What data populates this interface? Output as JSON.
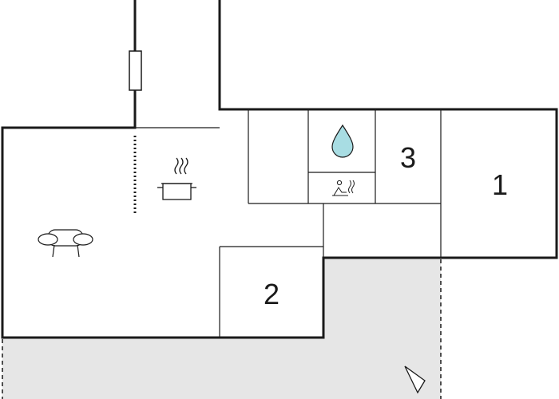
{
  "floorplan": {
    "rooms": [
      {
        "id": "bedroom-1",
        "label": "1"
      },
      {
        "id": "bedroom-2",
        "label": "2"
      },
      {
        "id": "bedroom-3",
        "label": "3"
      }
    ],
    "icons": [
      {
        "id": "bathroom",
        "icon": "water-drop-icon"
      },
      {
        "id": "sauna",
        "icon": "sauna-icon"
      },
      {
        "id": "kitchen",
        "icon": "cooking-pot-icon"
      },
      {
        "id": "living-room",
        "icon": "sofa-icon"
      },
      {
        "id": "terrace",
        "icon": "compass-arrow-icon"
      }
    ],
    "colors": {
      "wall": "#1a1a1a",
      "terrace_fill": "#e6e6e6",
      "water_drop": "#a8dde3",
      "background": "#ffffff"
    }
  }
}
